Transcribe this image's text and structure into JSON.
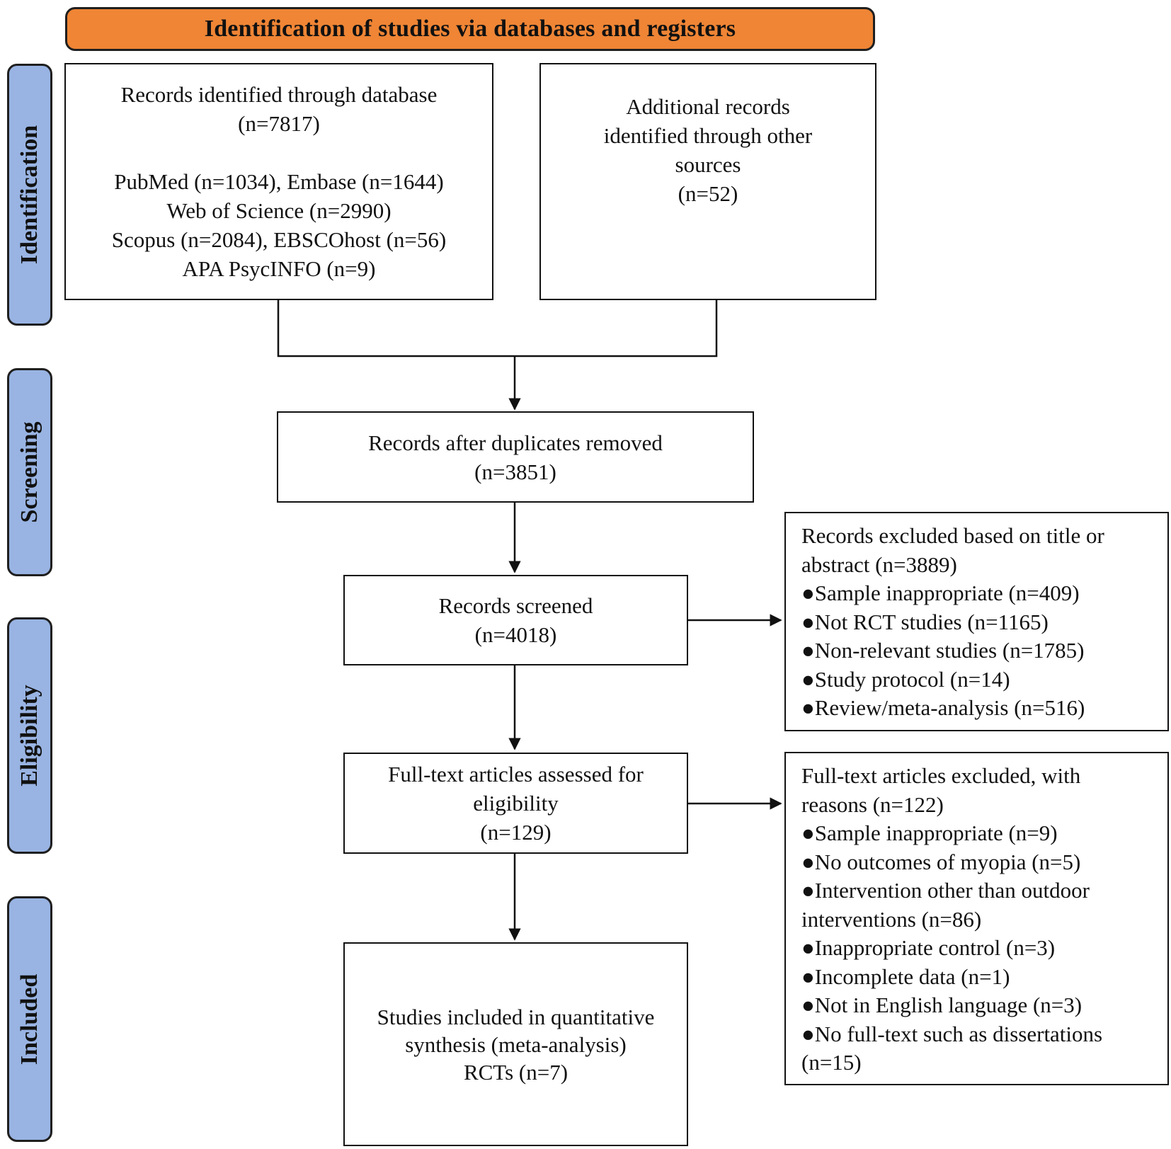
{
  "header": {
    "title": "Identification of studies via databases and registers"
  },
  "stages": [
    {
      "label": "Identification"
    },
    {
      "label": "Screening"
    },
    {
      "label": "Eligibility"
    },
    {
      "label": "Included"
    }
  ],
  "boxes": {
    "database": {
      "title": "Records identified through database",
      "count": "(n=7817)",
      "sources": [
        "PubMed (n=1034), Embase (n=1644)",
        "Web of Science (n=2990)",
        "Scopus (n=2084), EBSCOhost (n=56)",
        "APA PsycINFO (n=9)"
      ]
    },
    "other_sources": {
      "lines": [
        "Additional records",
        "identified through other",
        "sources"
      ],
      "count": "(n=52)"
    },
    "duplicates_removed": {
      "title": "Records after duplicates removed",
      "count": "(n=3851)"
    },
    "screened": {
      "title": "Records screened",
      "count": "(n=4018)"
    },
    "fulltext_assessed": {
      "lines": [
        "Full-text articles assessed for",
        "eligibility"
      ],
      "count": "(n=129)"
    },
    "included": {
      "lines": [
        "Studies included in quantitative",
        "synthesis (meta-analysis)",
        "RCTs (n=7)"
      ]
    },
    "excluded_title_abstract": {
      "lines": [
        "Records excluded based on title or",
        "abstract (n=3889)",
        "●Sample inappropriate (n=409)",
        "●Not RCT studies (n=1165)",
        "●Non-relevant studies (n=1785)",
        "●Study protocol (n=14)",
        "●Review/meta-analysis (n=516)"
      ]
    },
    "excluded_fulltext": {
      "lines": [
        "Full-text articles excluded, with",
        "reasons (n=122)",
        "●Sample inappropriate (n=9)",
        "●No outcomes of myopia (n=5)",
        "●Intervention other than outdoor",
        "interventions (n=86)",
        "●Inappropriate control (n=3)",
        "●Incomplete data (n=1)",
        "●Not in English language (n=3)",
        "●No full-text such as dissertations",
        "(n=15)"
      ]
    }
  },
  "colors": {
    "header": "#EF8535",
    "stage": "#99B4E3",
    "border": "#111111"
  }
}
